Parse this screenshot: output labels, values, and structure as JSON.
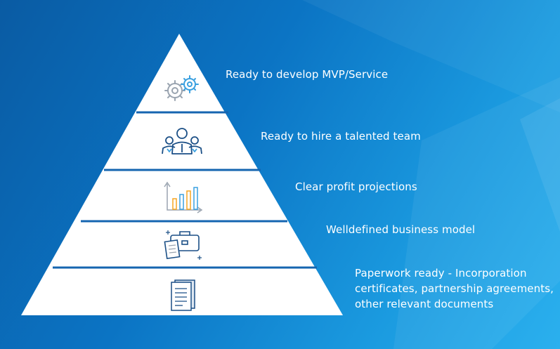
{
  "pyramid": {
    "levels": [
      {
        "label": "Ready to develop MVP/Service",
        "icon": "gears-icon"
      },
      {
        "label": "Ready to hire a talented team",
        "icon": "team-icon"
      },
      {
        "label": "Clear profit projections",
        "icon": "bar-chart-icon"
      },
      {
        "label": "Welldefined business model",
        "icon": "briefcase-document-icon"
      },
      {
        "label": "Paperwork ready - Incorporation certificates, partnership agreements, other relevant documents",
        "icon": "documents-icon"
      }
    ]
  },
  "colors": {
    "background_start": "#0a5ba3",
    "background_end": "#2bb0ee",
    "pyramid_fill": "#ffffff",
    "divider": "#1565b0",
    "icon_stroke": "#1b4f86",
    "accent_orange": "#f5a623",
    "accent_blue": "#3aa0e0"
  }
}
